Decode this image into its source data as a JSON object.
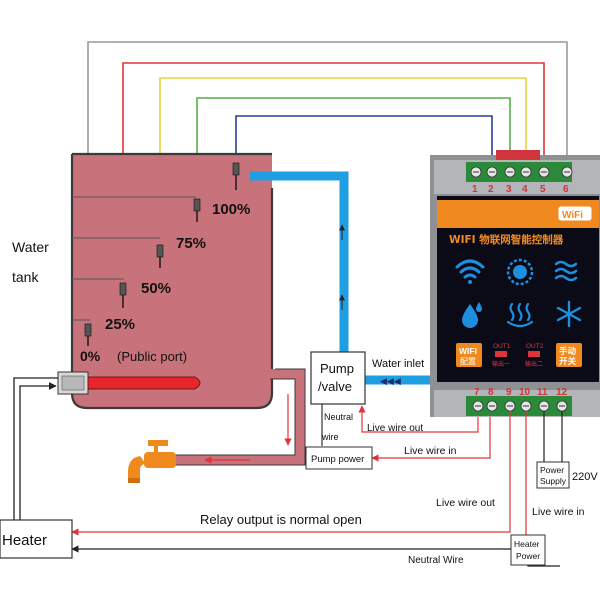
{
  "tank": {
    "label_line1": "Water",
    "label_line2": "tank",
    "levels": [
      "100%",
      "75%",
      "50%",
      "25%",
      "0%"
    ],
    "public_port": "(Public port)"
  },
  "controller": {
    "top_terminals": [
      "1",
      "2",
      "3",
      "4",
      "5",
      "6"
    ],
    "bottom_terminals": [
      "7",
      "8",
      "9",
      "10",
      "11",
      "12"
    ],
    "badge": "WiFi",
    "title": "WIFI 物联网智能控制器",
    "wifi_button": [
      "WIFI",
      "配置"
    ],
    "out1": [
      "OUT1",
      "输出一"
    ],
    "out2": [
      "OUT2",
      "输出二"
    ],
    "manual_button": [
      "手动",
      "开关"
    ]
  },
  "pump": {
    "label_line1": "Pump",
    "label_line2": "/valve",
    "water_inlet": "Water inlet",
    "neutral_line1": "Neutral",
    "neutral_line2": "wire",
    "live_wire_out": "Live wire out",
    "pump_power": "Pump power",
    "live_wire_in": "Live wire in"
  },
  "power_supply": {
    "line1": "Power",
    "line2": "Supply",
    "voltage": "220V"
  },
  "heater": {
    "label": "Heater",
    "relay_note": "Relay output is normal open",
    "live_wire_out": "Live wire out",
    "live_wire_in": "Live wire in",
    "power_line1": "Heater",
    "power_line2": "Power",
    "neutral_wire": "Neutral Wire"
  },
  "colors": {
    "water": "#c8737b",
    "gray_wire": "#9a9a9a",
    "red_wire": "#e0343c",
    "yellow_wire": "#e8e43a",
    "green_wire": "#58b04a",
    "blue_wire": "#2c3d99",
    "pipe": "#1f9ee2",
    "panel_orange": "#f08a1e",
    "screen": "#0b0b18"
  }
}
